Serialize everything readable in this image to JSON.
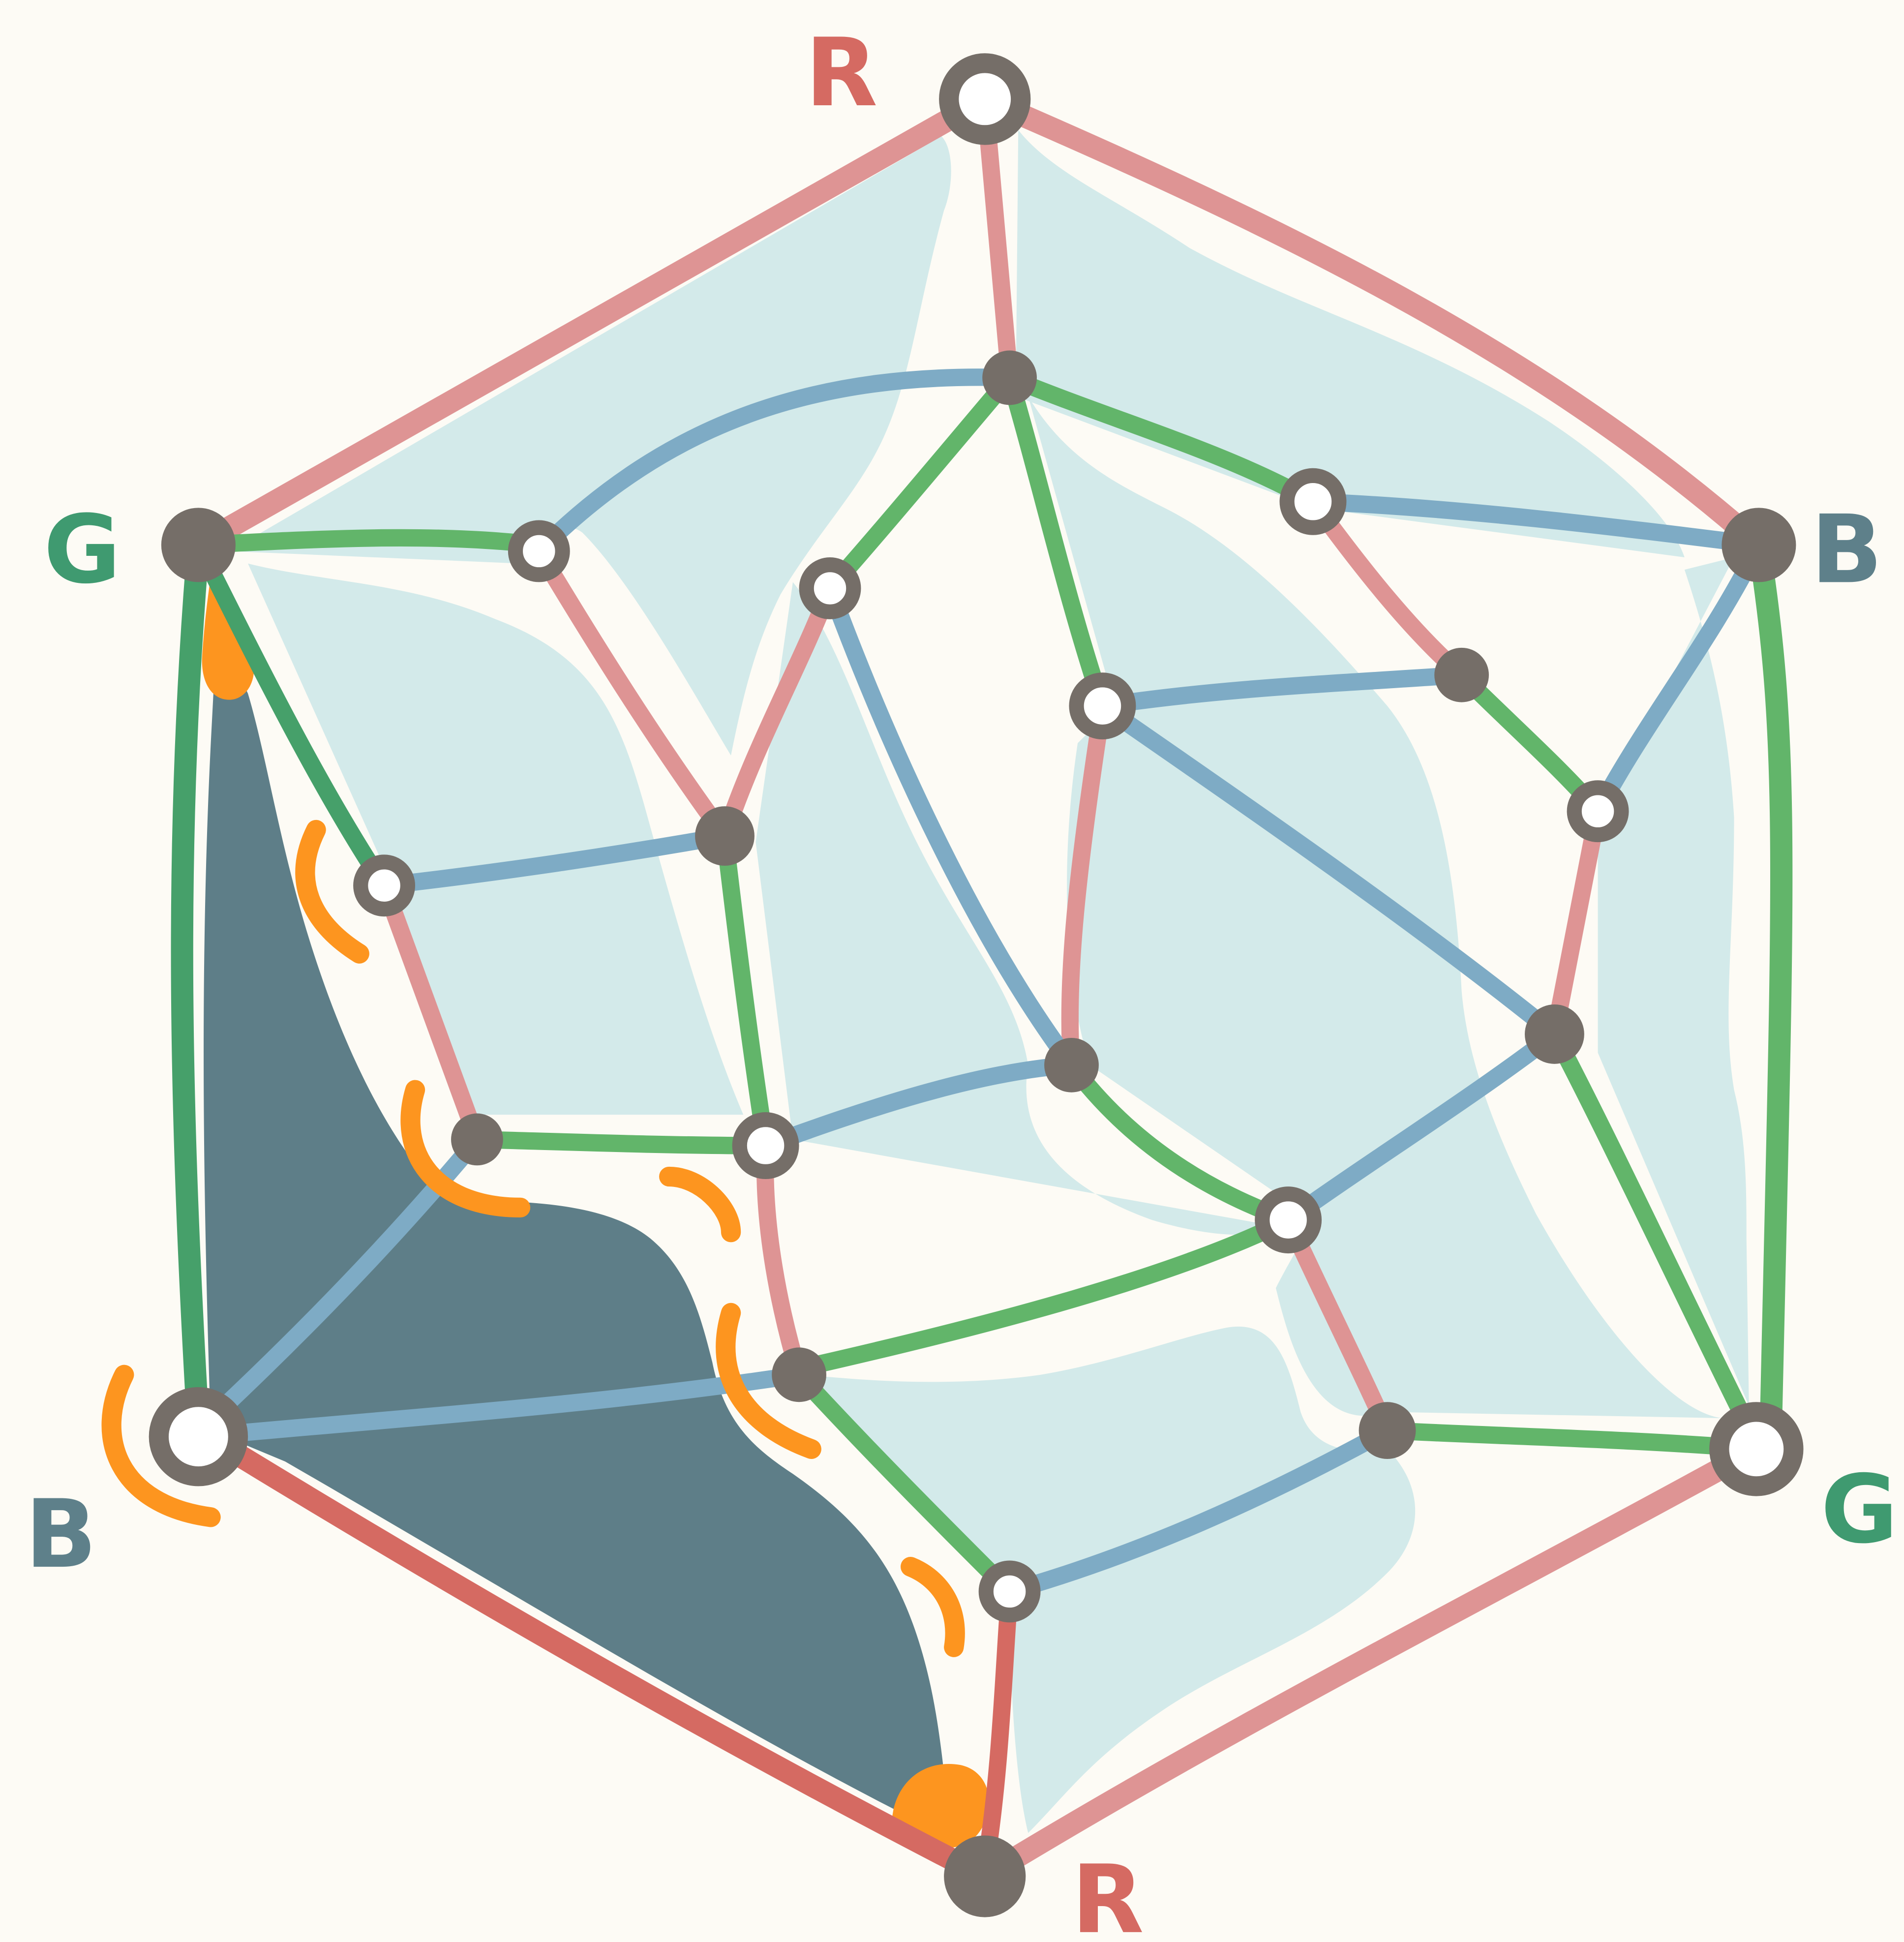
{
  "colors": {
    "background": "#FDFBF5",
    "face_fill": "#D3EAEA",
    "shaded_region": "#5E7E88",
    "red_edge": "#DE9494",
    "red_edge_dark": "#D56A62",
    "green_edge": "#62B56A",
    "green_edge_dark": "#46A06A",
    "blue_edge": "#7EABC5",
    "highlight": "#FD951F",
    "vertex_dark": "#756E68",
    "vertex_light": "#FFFFFF",
    "label_red": "#D56A62",
    "label_green": "#3F9A70",
    "label_blue": "#5E808A"
  },
  "corner_labels": [
    {
      "id": "top",
      "text": "R",
      "color": "label_red"
    },
    {
      "id": "upper-left",
      "text": "G",
      "color": "label_green"
    },
    {
      "id": "upper-right",
      "text": "B",
      "color": "label_blue"
    },
    {
      "id": "lower-left",
      "text": "B",
      "color": "label_blue"
    },
    {
      "id": "lower-right",
      "text": "G",
      "color": "label_green"
    },
    {
      "id": "bottom",
      "text": "R",
      "color": "label_red"
    }
  ]
}
